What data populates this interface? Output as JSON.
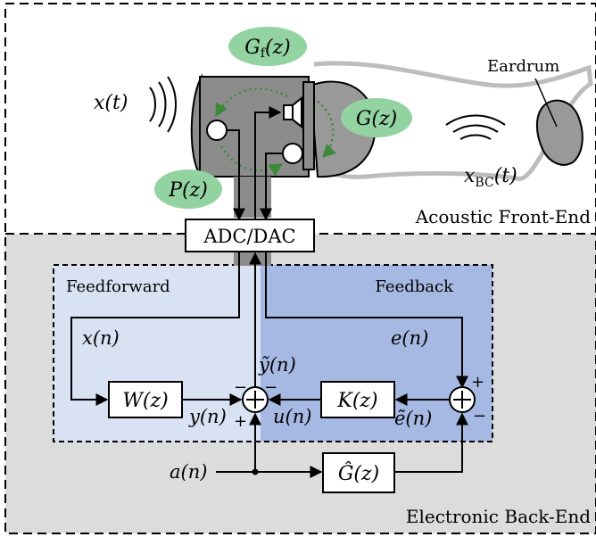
{
  "regions": {
    "front_end_label": "Acoustic Front-End",
    "back_end_label": "Electronic Back-End",
    "feedforward_label": "Feedforward",
    "feedback_label": "Feedback"
  },
  "acoustic": {
    "input_signal": "x(t)",
    "eardrum_label": "Eardrum",
    "bone_conduction_signal": "x",
    "bone_conduction_sub": "BC",
    "bone_conduction_arg": "(t)",
    "Gf_main": "G",
    "Gf_sub": "f",
    "Gf_arg": "(z)",
    "G_label": "G(z)",
    "P_label": "P(z)"
  },
  "converter_label": "ADC/DAC",
  "blocks": {
    "W": "W(z)",
    "K": "K(z)",
    "Ghat": "Ĝ(z)"
  },
  "signals": {
    "x_n": "x(n)",
    "e_n": "e(n)",
    "y_tilde": "ỹ(n)",
    "y_n": "y(n)",
    "u_n": "u(n)",
    "e_tilde": "ẽ(n)",
    "a_n": "a(n)"
  },
  "signs": {
    "sum1_left": "−",
    "sum1_top": "−",
    "sum1_bottom": "+",
    "sum2_top": "+",
    "sum2_bottom": "−"
  },
  "colors": {
    "back_end_bg": "#dcdcdc",
    "feedforward_bg": "#d9e2f3",
    "feedback_bg": "#a6b9e2",
    "transfer_green": "#93d3a2",
    "device_gray": "#8c8c8c",
    "ear_gray": "#999999",
    "dotted_green": "#3a8a3a"
  }
}
